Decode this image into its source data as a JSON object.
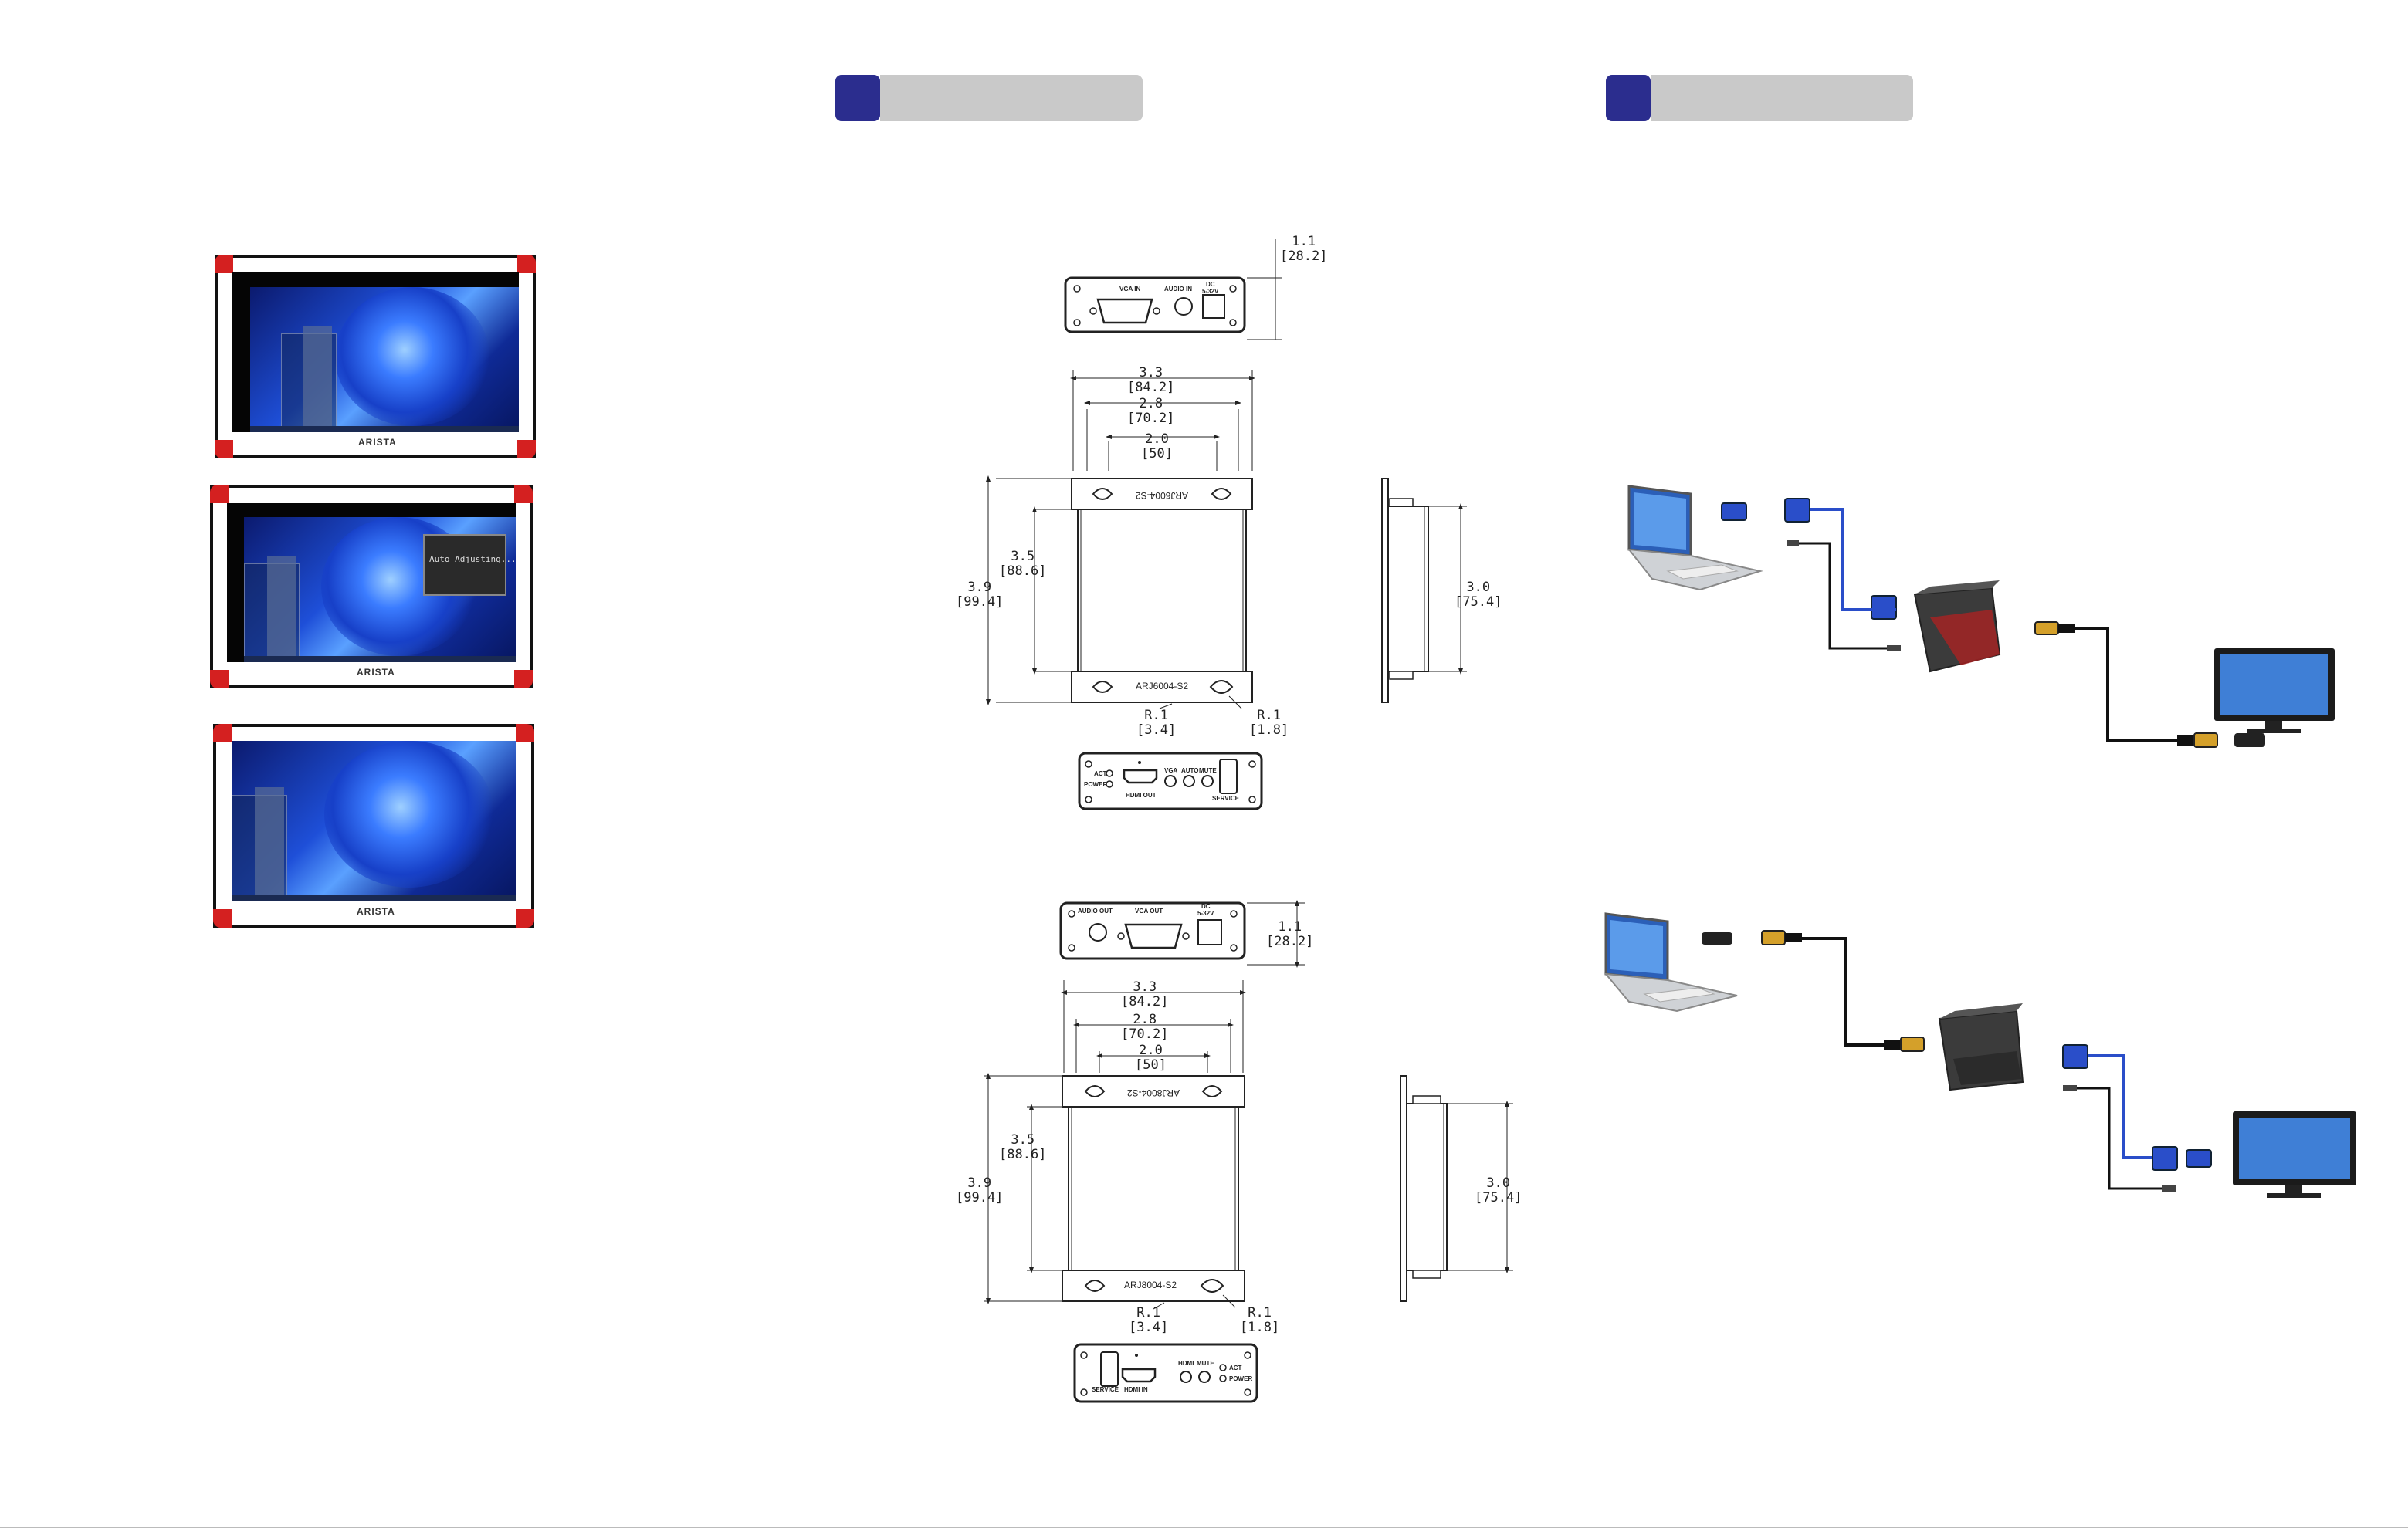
{
  "colors": {
    "header_square": "#2b2d8e",
    "header_bar": "#c9c9c9",
    "bezel_corner": "#d42020",
    "vga_cable": "#2a4ec9",
    "cable": "#111111"
  },
  "screens": [
    {
      "logo": "ARISTA",
      "osd": ""
    },
    {
      "logo": "ARISTA",
      "osd": "Auto Adjusting..."
    },
    {
      "logo": "ARISTA",
      "osd": ""
    }
  ],
  "drawing1": {
    "rear_panel": {
      "ports": [
        "VGA IN",
        "AUDIO IN",
        "DC",
        "5-32V"
      ]
    },
    "front_panel": {
      "ports": [
        "ACT",
        "POWER",
        "HDMI OUT",
        "VGA",
        "AUTO",
        "MUTE",
        "SERVICE"
      ]
    },
    "top_label": "ARJ6004-S2",
    "bottom_label": "ARJ6004-S2",
    "dims": {
      "height_side": "1.1\n[28.2]",
      "width_outer": "3.3\n[84.2]",
      "width_mid": "2.8\n[70.2]",
      "width_inner": "2.0\n[50]",
      "height_inner": "3.5\n[88.6]",
      "height_outer": "3.9\n[99.4]",
      "depth": "3.0\n[75.4]",
      "radius_big": "R.1\n[3.4]",
      "radius_small": "R.1\n[1.8]"
    }
  },
  "drawing2": {
    "rear_panel": {
      "ports": [
        "AUDIO OUT",
        "VGA OUT",
        "DC",
        "5-32V"
      ]
    },
    "front_panel": {
      "ports": [
        "SERVICE",
        "HDMI IN",
        "HDMI",
        "MUTE",
        "ACT",
        "POWER"
      ]
    },
    "top_label": "ARJ8004-S2",
    "bottom_label": "ARJ8004-S2",
    "dims": {
      "height_side": "1.1\n[28.2]",
      "width_outer": "3.3\n[84.2]",
      "width_mid": "2.8\n[70.2]",
      "width_inner": "2.0\n[50]",
      "height_inner": "3.5\n[88.6]",
      "height_outer": "3.9\n[99.4]",
      "depth": "3.0\n[75.4]",
      "radius_big": "R.1\n[3.4]",
      "radius_small": "R.1\n[1.8]"
    }
  }
}
